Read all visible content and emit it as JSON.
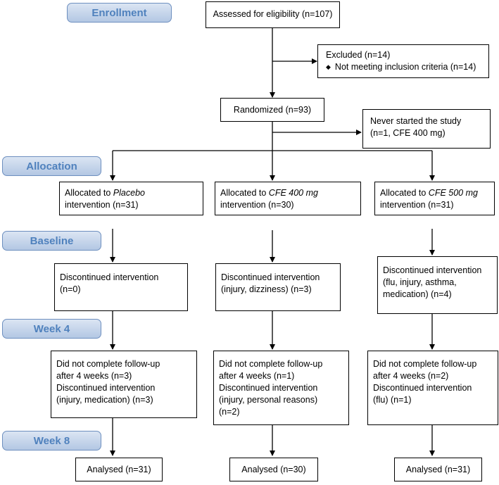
{
  "stages": {
    "enrollment": "Enrollment",
    "allocation": "Allocation",
    "baseline": "Baseline",
    "week4": "Week 4",
    "week8": "Week 8"
  },
  "assessed": "Assessed for eligibility (n=107)",
  "excluded": {
    "title": "Excluded (n=14)",
    "bullet": "Not meeting inclusion criteria (n=14)"
  },
  "randomized": "Randomized (n=93)",
  "never_started": {
    "line1": "Never started the study",
    "line2": "(n=1, CFE 400 mg)"
  },
  "arms": [
    {
      "alloc_prefix": "Allocated to ",
      "alloc_arm": "Placebo",
      "alloc_n": "intervention (n=31)",
      "baseline": [
        "Discontinued intervention",
        "(n=0)"
      ],
      "week4": [
        "Did not complete follow-up",
        "after 4 weeks (n=3)",
        "Discontinued intervention",
        "(injury, medication) (n=3)"
      ],
      "analysed": "Analysed (n=31)"
    },
    {
      "alloc_prefix": "Allocated to ",
      "alloc_arm": "CFE 400 mg",
      "alloc_n": "intervention (n=30)",
      "baseline": [
        "Discontinued intervention",
        "(injury, dizziness) (n=3)"
      ],
      "week4": [
        "Did not complete follow-up",
        "after 4 weeks (n=1)",
        "Discontinued intervention",
        "(injury, personal reasons)",
        "(n=2)"
      ],
      "analysed": "Analysed (n=30)"
    },
    {
      "alloc_prefix": "Allocated to ",
      "alloc_arm": "CFE 500 mg",
      "alloc_n": "intervention (n=31)",
      "baseline": [
        "Discontinued intervention",
        "(flu, injury, asthma,",
        "medication) (n=4)"
      ],
      "week4": [
        "Did not complete follow-up",
        "after 4 weeks (n=2)",
        "Discontinued intervention",
        "(flu) (n=1)"
      ],
      "analysed": "Analysed (n=31)"
    }
  ]
}
